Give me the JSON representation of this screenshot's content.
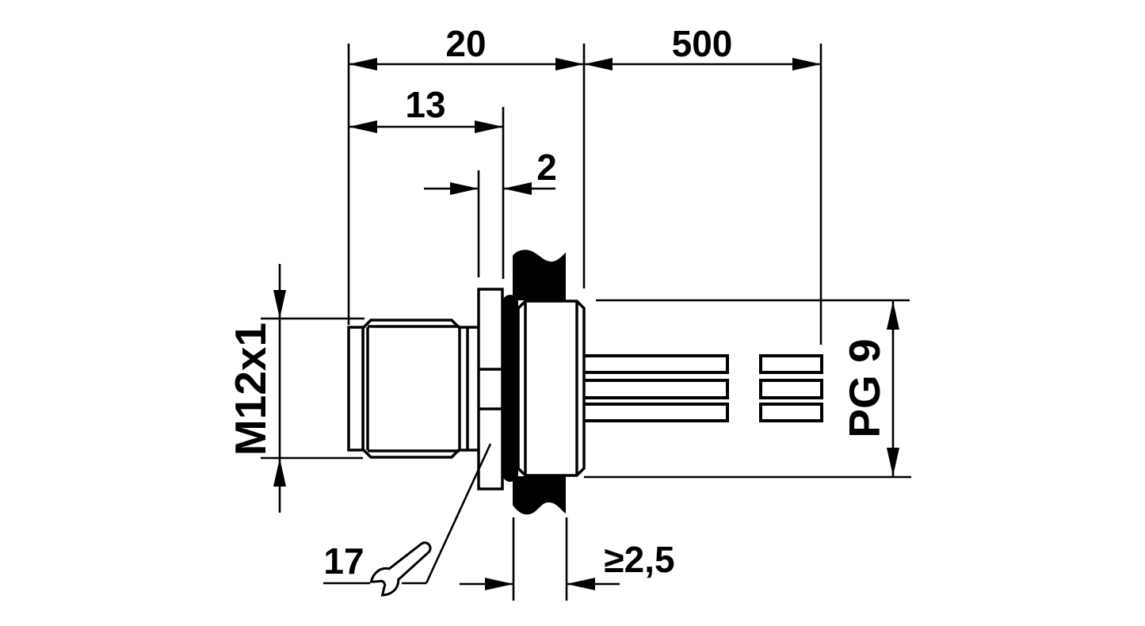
{
  "drawing": {
    "background_color": "#ffffff",
    "line_color": "#000000",
    "dimensions": {
      "housing_length": {
        "label": "20"
      },
      "wire_length": {
        "label": "500"
      },
      "thread_length": {
        "label": "13"
      },
      "flange_thickness": {
        "label": "2"
      },
      "front_thread": {
        "label": "M12x1"
      },
      "back_thread": {
        "label": "PG 9"
      },
      "panel_thickness_min": {
        "label": "≥2,5"
      },
      "wrench_size": {
        "label": "17"
      }
    },
    "icons": {
      "wrench": "open-end-wrench-icon"
    }
  }
}
